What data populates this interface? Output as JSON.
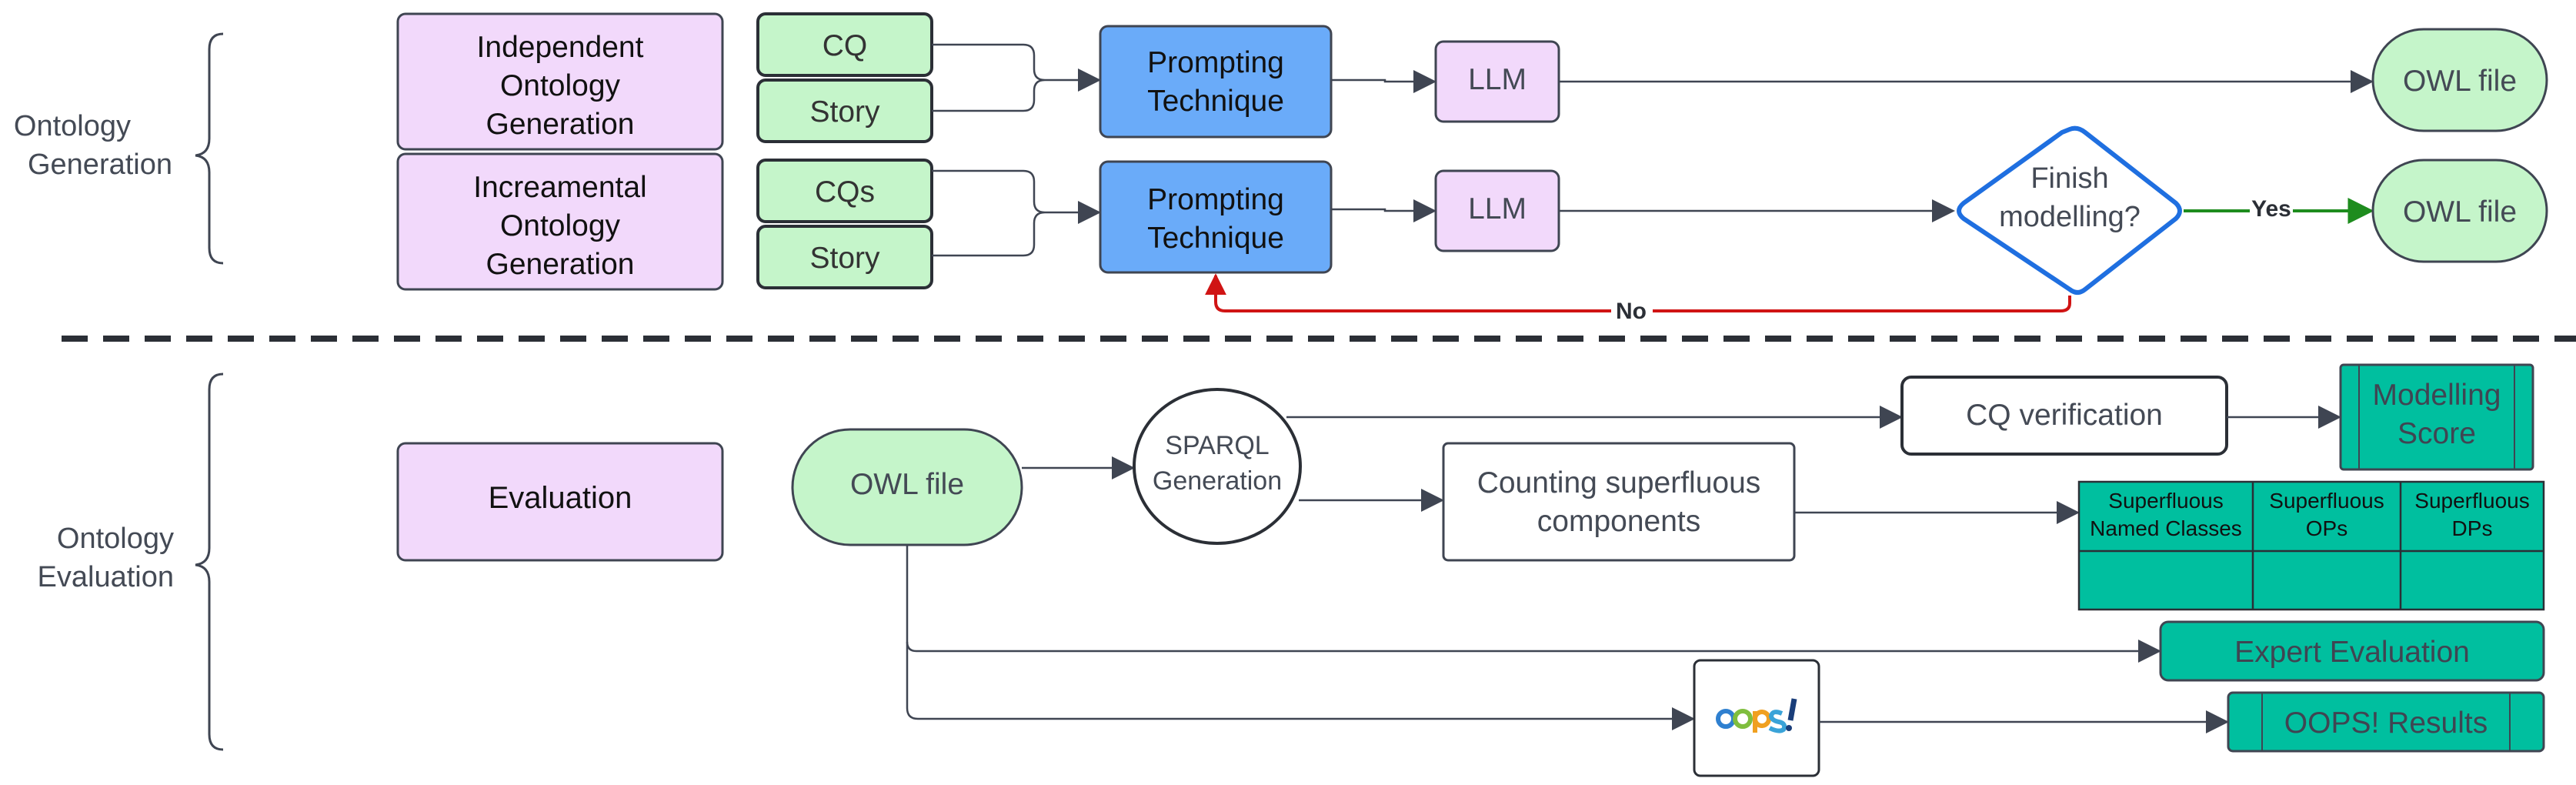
{
  "sections": {
    "generation": {
      "label_line1": "Ontology",
      "label_line2": "Generation"
    },
    "evaluation": {
      "label_line1": "Ontology",
      "label_line2": "Evaluation"
    }
  },
  "generation": {
    "independent": {
      "lines": [
        "Independent",
        "Ontology",
        "Generation"
      ],
      "inputs": [
        "CQ",
        "Story"
      ],
      "prompting": [
        "Prompting",
        "Technique"
      ],
      "llm": "LLM",
      "output": "OWL file"
    },
    "incremental": {
      "lines": [
        "Increamental",
        "Ontology",
        "Generation"
      ],
      "inputs": [
        "CQs",
        "Story"
      ],
      "prompting": [
        "Prompting",
        "Technique"
      ],
      "llm": "LLM",
      "decision": [
        "Finish",
        "modelling?"
      ],
      "yes_label": "Yes",
      "no_label": "No",
      "output": "OWL file"
    }
  },
  "evaluation": {
    "label": "Evaluation",
    "owl_file": "OWL file",
    "sparql": [
      "SPARQL",
      "Generation"
    ],
    "cq_verification": "CQ verification",
    "modelling_score": [
      "Modelling",
      "Score"
    ],
    "counting": [
      "Counting superfluous",
      "components"
    ],
    "superfluous_table": {
      "headers": [
        [
          "Superfluous",
          "Named Classes"
        ],
        [
          "Superfluous",
          "OPs"
        ],
        [
          "Superfluous",
          "DPs"
        ]
      ]
    },
    "expert_evaluation": "Expert Evaluation",
    "oops_logo": "oops!",
    "oops_results": "OOPS! Results"
  },
  "colors": {
    "purple_fill": "#F2D9FB",
    "green_fill": "#C5F5CA",
    "blue_fill": "#6AABF9",
    "teal_fill": "#00BF9F",
    "decision_stroke": "#1F6FE0",
    "yes_arrow": "#1E8C1E",
    "no_arrow": "#D01414",
    "arrow": "#3F4552"
  }
}
